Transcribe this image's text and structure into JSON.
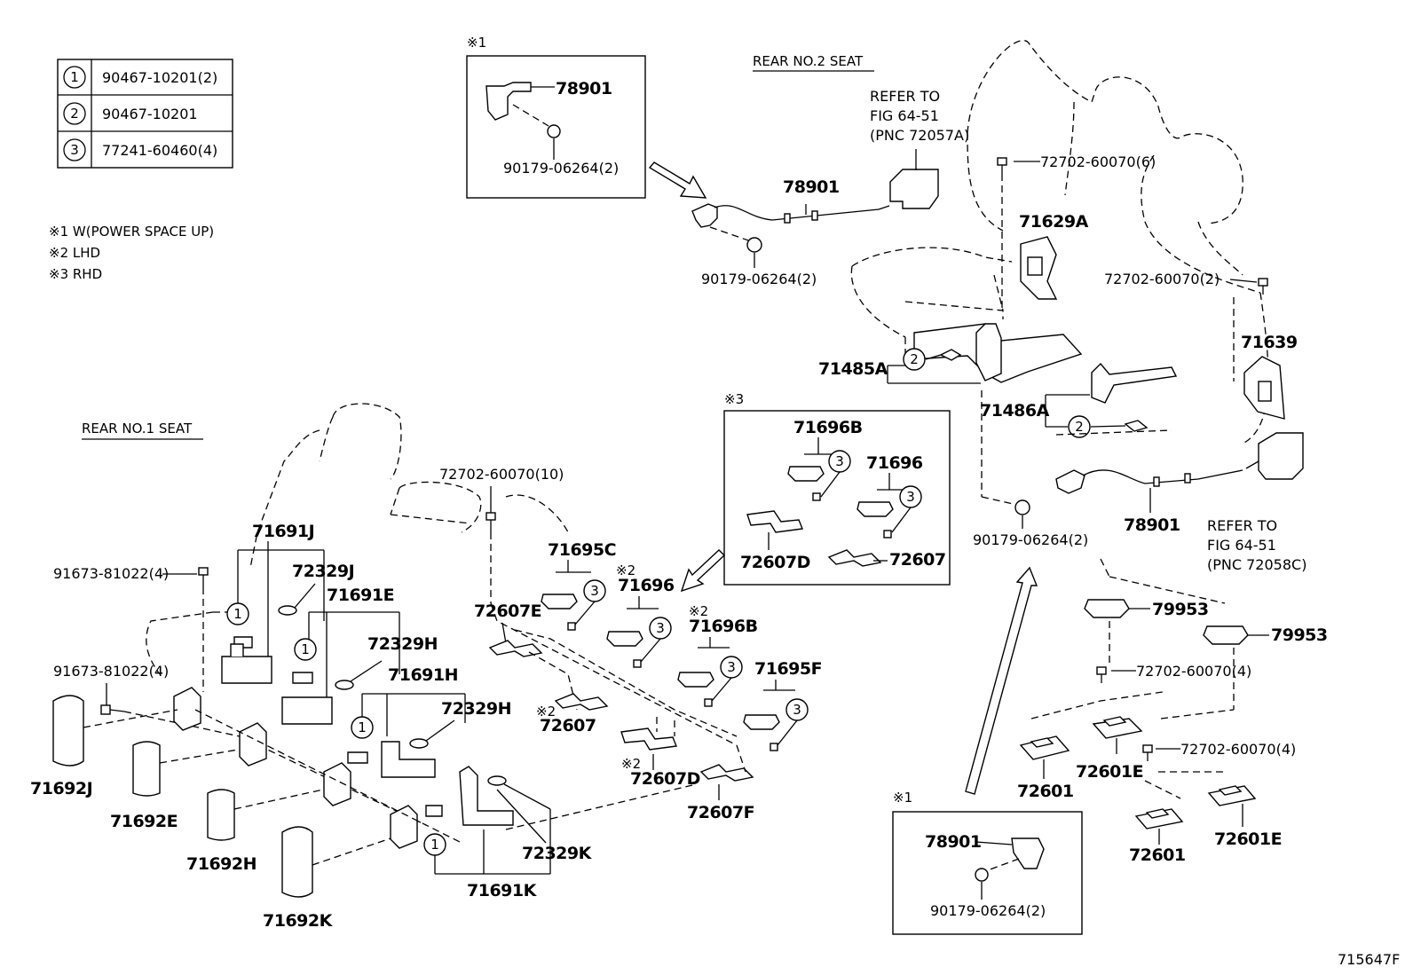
{
  "legend_table": [
    {
      "num": "1",
      "part": "90467-10201(2)"
    },
    {
      "num": "2",
      "part": "90467-10201"
    },
    {
      "num": "3",
      "part": "77241-60460(4)"
    }
  ],
  "notes": [
    "※1 W(POWER SPACE UP)",
    "※2 LHD",
    "※3 RHD"
  ],
  "section_headers": {
    "rear_no1": "REAR NO.1 SEAT",
    "rear_no2": "REAR NO.2 SEAT"
  },
  "inset_marks": {
    "top": "※1",
    "mid": "※3",
    "bottom": "※1"
  },
  "inset_top": {
    "cable": "78901",
    "nut": "90179-06264(2)"
  },
  "inset_mid": {
    "a": "71696B",
    "b": "71696",
    "c": "72607D",
    "d": "72607"
  },
  "inset_bottom": {
    "cable": "78901",
    "nut": "90179-06264(2)"
  },
  "refer_upper": [
    "REFER TO",
    "FIG 64-51",
    "(PNC 72057A)"
  ],
  "refer_lower": [
    "REFER TO",
    "FIG 64-51",
    "(PNC 72058C)"
  ],
  "labels": {
    "l_78901_upper": "78901",
    "l_90179_upper": "90179-06264(2)",
    "l_72702_6": "72702-60070(6)",
    "l_71629A": "71629A",
    "l_72702_2": "72702-60070(2)",
    "l_71639": "71639",
    "l_71485A": "71485A",
    "l_71486A": "71486A",
    "l_78901_lower": "78901",
    "l_90179_lower": "90179-06264(2)",
    "l_79953_a": "79953",
    "l_79953_b": "79953",
    "l_72702_4a": "72702-60070(4)",
    "l_72702_4b": "72702-60070(4)",
    "l_72601_a": "72601",
    "l_72601E_a": "72601E",
    "l_72601_b": "72601",
    "l_72601E_b": "72601E",
    "l_72702_10": "72702-60070(10)",
    "l_71691J": "71691J",
    "l_91673_a": "91673-81022(4)",
    "l_72329J": "72329J",
    "l_71691E": "71691E",
    "l_72329H_a": "72329H",
    "l_71691H": "71691H",
    "l_72329H_b": "72329H",
    "l_91673_b": "91673-81022(4)",
    "l_71692J": "71692J",
    "l_71692E": "71692E",
    "l_71692H": "71692H",
    "l_71692K": "71692K",
    "l_71691K": "71691K",
    "l_72329K": "72329K",
    "l_71695C": "71695C",
    "l_72607E": "72607E",
    "l_71696_main": "71696",
    "l_71696B_main": "71696B",
    "l_71695F": "71695F",
    "l_72607_main": "72607",
    "l_72607D_main": "72607D",
    "l_72607F": "72607F",
    "m_71696": "※2",
    "m_71696B": "※2",
    "m_72607": "※2",
    "m_72607D": "※2"
  },
  "illustration_code": "715647F"
}
